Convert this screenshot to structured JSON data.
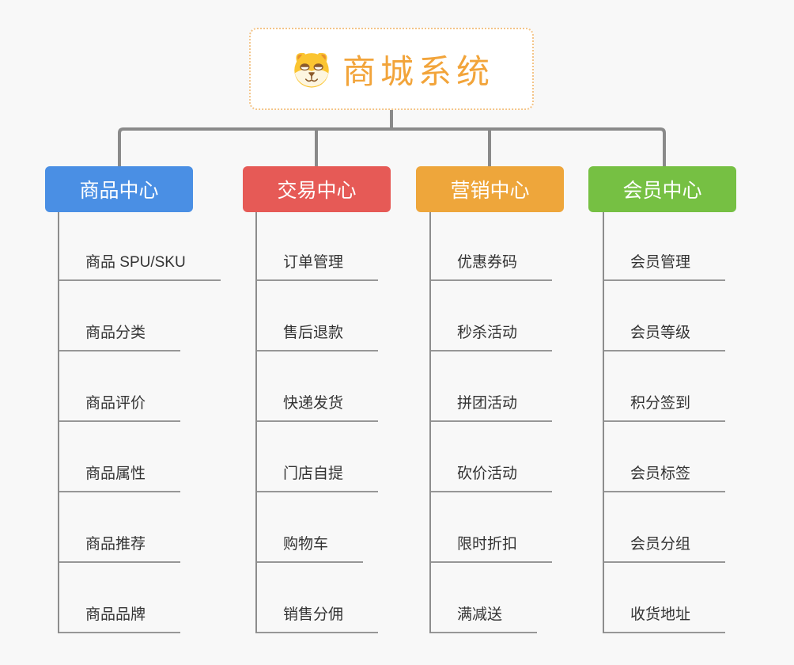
{
  "app": {
    "background_color": "#f8f8f8",
    "connector_color": "#8a8a8a"
  },
  "root": {
    "title": "商城系统",
    "title_color": "#f2a43a",
    "border_color": "#f3c488",
    "icon": "shiba-dog-icon"
  },
  "branches": [
    {
      "label": "商品中心",
      "color": "#4a8fe4",
      "items": [
        "商品 SPU/SKU",
        "商品分类",
        "商品评价",
        "商品属性",
        "商品推荐",
        "商品品牌"
      ]
    },
    {
      "label": "交易中心",
      "color": "#e65a56",
      "items": [
        "订单管理",
        "售后退款",
        "快递发货",
        "门店自提",
        "购物车",
        "销售分佣"
      ]
    },
    {
      "label": "营销中心",
      "color": "#eea63b",
      "items": [
        "优惠券码",
        "秒杀活动",
        "拼团活动",
        "砍价活动",
        "限时折扣",
        "满减送"
      ]
    },
    {
      "label": "会员中心",
      "color": "#76c043",
      "items": [
        "会员管理",
        "会员等级",
        "积分签到",
        "会员标签",
        "会员分组",
        "收货地址"
      ]
    }
  ]
}
